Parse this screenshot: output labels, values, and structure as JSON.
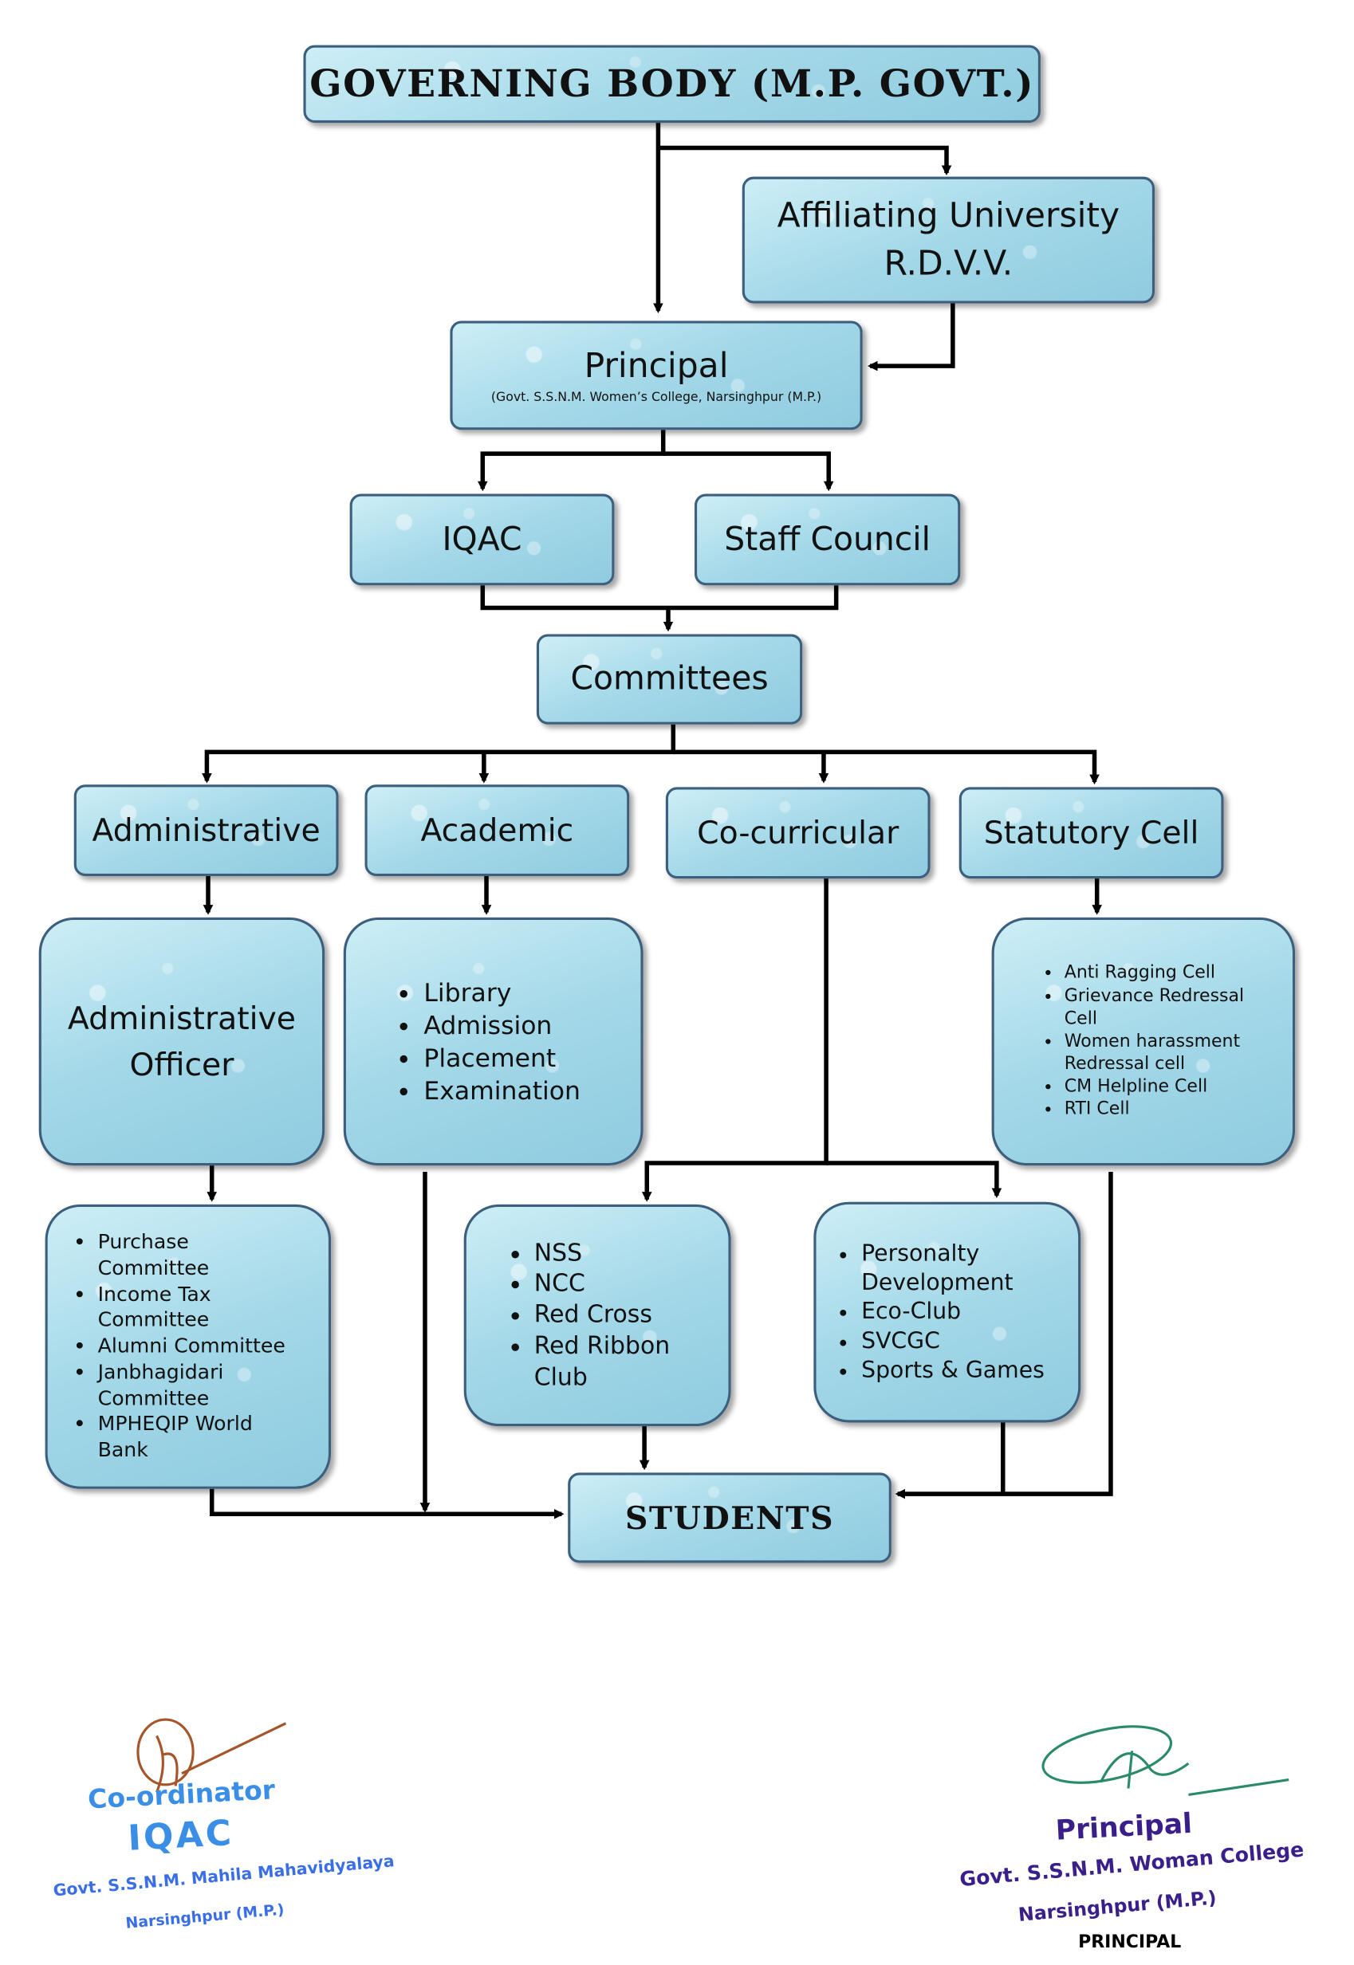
{
  "governing_body": "GOVERNING BODY (M.P. GOVT.)",
  "affiliating": {
    "line1": "Affiliating University",
    "line2": "R.D.V.V."
  },
  "principal": {
    "title": "Principal",
    "subtitle": "(Govt. S.S.N.M. Women’s College, Narsinghpur (M.P.)"
  },
  "iqac": "IQAC",
  "staff_council": "Staff Council",
  "committees": "Committees",
  "categories": {
    "administrative": "Administrative",
    "academic": "Academic",
    "cocurricular": "Co-curricular",
    "statutory": "Statutory Cell"
  },
  "admin_officer": {
    "line1": "Administrative",
    "line2": "Officer"
  },
  "academic_items": [
    "Library",
    "Admission",
    "Placement",
    "Examination"
  ],
  "statutory_items": [
    "Anti Ragging Cell",
    "Grievance Redressal Cell",
    "Women harassment Redressal cell",
    "CM Helpline Cell",
    "RTI Cell"
  ],
  "admin_committees": [
    "Purchase Committee",
    "Income Tax Committee",
    "Alumni Committee",
    "Janbhagidari Committee",
    "MPHEQIP World Bank"
  ],
  "cocurricular_items_a": [
    "NSS",
    "NCC",
    "Red Cross",
    "Red Ribbon Club"
  ],
  "cocurricular_items_b": [
    "Personalty Development",
    "Eco-Club",
    "SVCGC",
    "Sports & Games"
  ],
  "students": "STUDENTS",
  "stamps": {
    "left": {
      "role": "Co-ordinator",
      "unit": "IQAC",
      "line1": "Govt. S.S.N.M. Mahila Mahavidyalaya",
      "line2": "Narsinghpur (M.P.)"
    },
    "right": {
      "role": "Principal",
      "line1": "Govt. S.S.N.M. Woman College",
      "line2": "Narsinghpur (M.P.)",
      "overlay": "PRINCIPAL"
    }
  },
  "colors": {
    "box_border": "#3d5f7e",
    "box_fill": "#a3d8e8",
    "stamp_blue": "#3a8ee6",
    "stamp_purple": "#3a1f8a",
    "sign_brown": "#a5552a",
    "sign_green": "#2a8a6a"
  }
}
